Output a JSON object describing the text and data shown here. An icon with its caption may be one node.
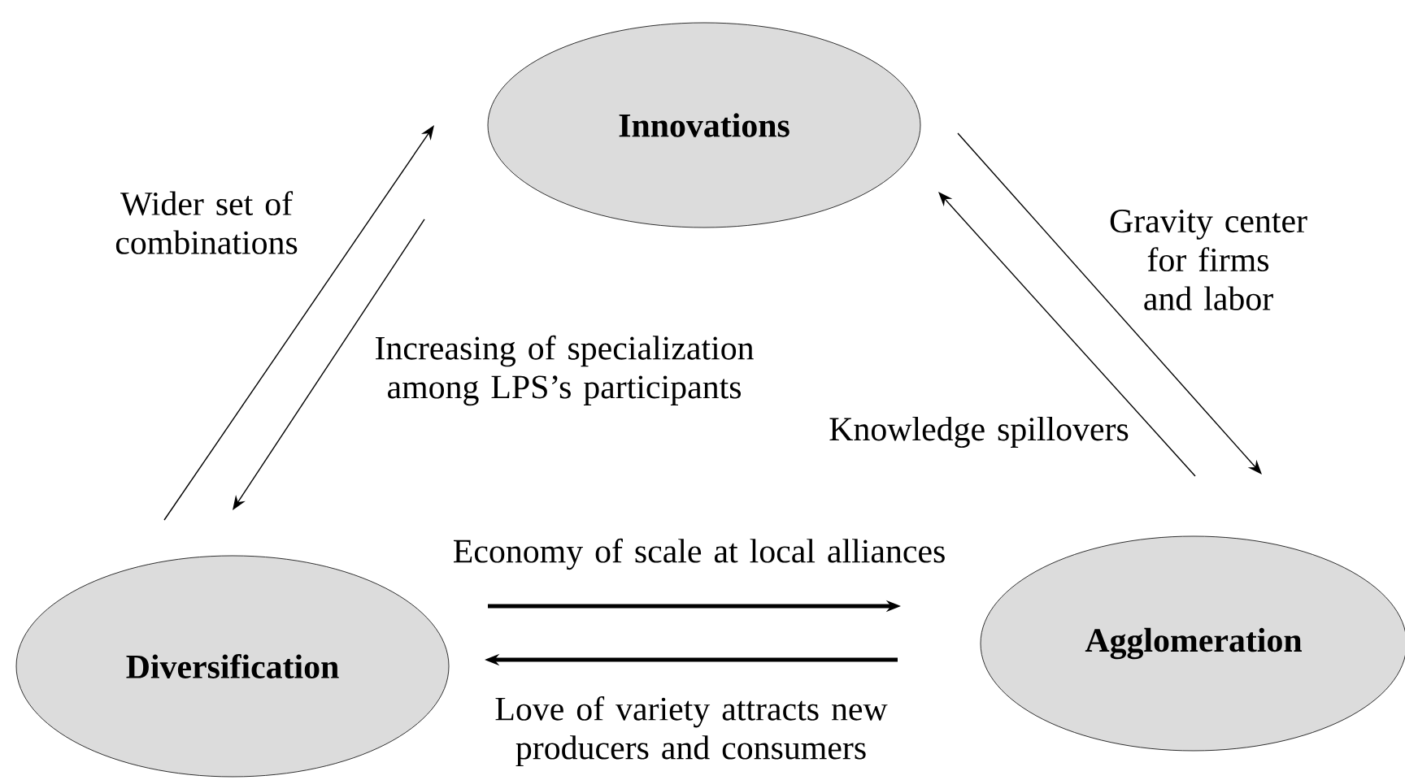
{
  "diagram": {
    "nodes": [
      {
        "text": [
          "Innovations"
        ]
      },
      {
        "text": [
          "Diversification"
        ]
      },
      {
        "text": [
          "Agglomeration"
        ]
      }
    ],
    "edges": [
      {
        "from": 1,
        "to": 0,
        "arrow": "to",
        "label": "Wider set of combinations"
      },
      {
        "from": 0,
        "to": 1,
        "arrow": "to",
        "label": "Increasing of specialization among LPS’s participants"
      },
      {
        "from": 0,
        "to": 2,
        "arrow": "to",
        "label": "Gravity center for firms and labor"
      },
      {
        "from": 2,
        "to": 0,
        "arrow": "to",
        "label": "Knowledge spillovers"
      },
      {
        "from": 1,
        "to": 2,
        "arrow": "to",
        "label": "Economy of scale at local alliances",
        "style": "thick"
      },
      {
        "from": 2,
        "to": 1,
        "arrow": "to",
        "label": "Love of variety attracts new producers and consumers",
        "style": "thick"
      }
    ]
  }
}
